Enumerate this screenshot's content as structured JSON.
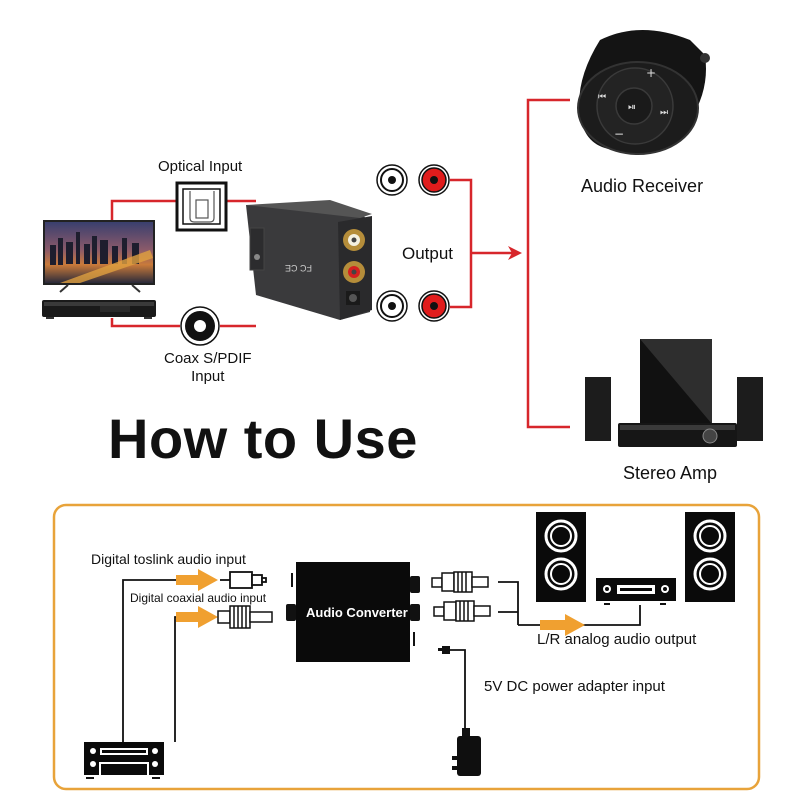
{
  "top_diagram": {
    "optical_input_label": "Optical Input",
    "coax_input_label_line1": "Coax S/PDIF",
    "coax_input_label_line2": "Input",
    "output_label": "Output",
    "audio_receiver_label": "Audio Receiver",
    "stereo_amp_label": "Stereo Amp",
    "receiver_buttons": [
      "+",
      "⏮",
      "⏯",
      "⏭",
      "−"
    ]
  },
  "heading": "How to Use",
  "bottom_diagram": {
    "toslink_label": "Digital  toslink audio input",
    "coaxial_label": "Digital  coaxial audio input",
    "converter_label": "Audio Converter",
    "analog_output_label": "L/R analog audio output",
    "power_label": "5V DC power adapter input"
  },
  "colors": {
    "red_line": "#d7262b",
    "orange_border": "#e8a33a",
    "orange_arrow": "#f0a030",
    "black": "#111111"
  }
}
